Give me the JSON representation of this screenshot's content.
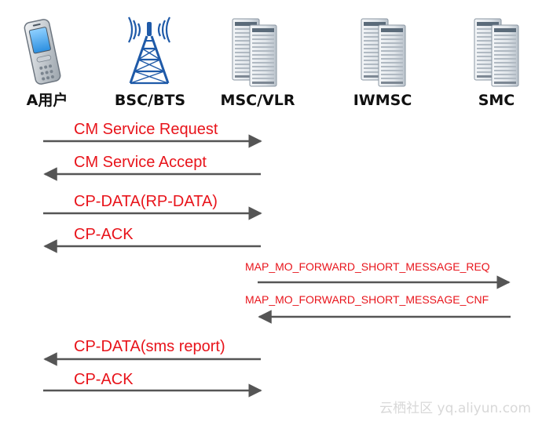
{
  "entities": [
    {
      "id": "ms",
      "label": "A用户",
      "icon": "mobile-phone-icon"
    },
    {
      "id": "bsc",
      "label": "BSC/BTS",
      "icon": "cell-tower-icon"
    },
    {
      "id": "msc",
      "label": "MSC/VLR",
      "icon": "server-icon"
    },
    {
      "id": "iwmsc",
      "label": "IWMSC",
      "icon": "server-icon"
    },
    {
      "id": "smc",
      "label": "SMC",
      "icon": "server-icon"
    }
  ],
  "messages": [
    {
      "label": "CM Service Request",
      "direction": "right",
      "from": "ms",
      "to": "msc"
    },
    {
      "label": "CM Service Accept",
      "direction": "left",
      "from": "msc",
      "to": "ms"
    },
    {
      "label": "CP-DATA(RP-DATA)",
      "direction": "right",
      "from": "ms",
      "to": "msc"
    },
    {
      "label": "CP-ACK",
      "direction": "left",
      "from": "msc",
      "to": "ms"
    },
    {
      "label": "MAP_MO_FORWARD_SHORT_MESSAGE_REQ",
      "direction": "right",
      "from": "msc",
      "to": "smc"
    },
    {
      "label": "MAP_MO_FORWARD_SHORT_MESSAGE_CNF",
      "direction": "left",
      "from": "smc",
      "to": "msc"
    },
    {
      "label": "CP-DATA(sms report)",
      "direction": "left",
      "from": "msc",
      "to": "ms"
    },
    {
      "label": "CP-ACK",
      "direction": "right",
      "from": "ms",
      "to": "msc"
    }
  ],
  "watermark": "云栖社区 yq.aliyun.com",
  "colors": {
    "message_text": "#e8141b",
    "arrow": "#555555",
    "entity_text": "#111111",
    "server_light": "#e4e8ec",
    "server_dark": "#8a96a2",
    "tower": "#1f5aa8"
  }
}
